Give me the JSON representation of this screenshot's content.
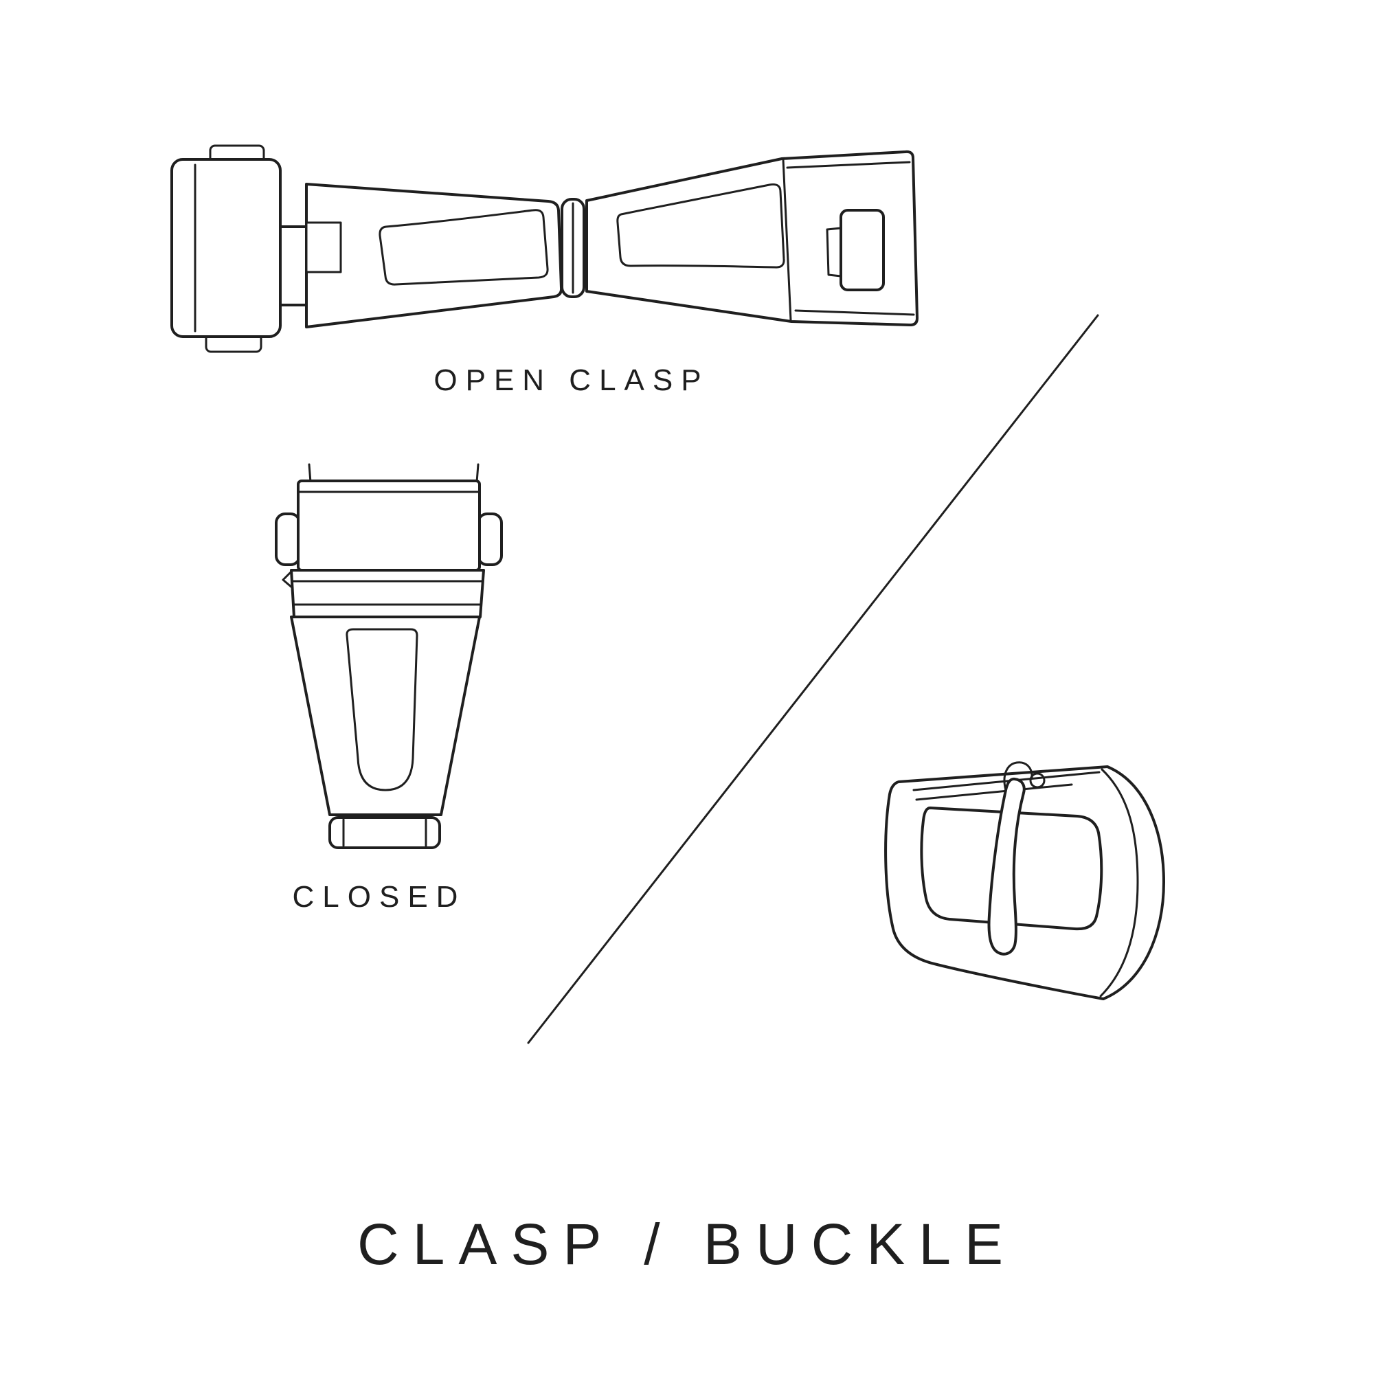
{
  "page": {
    "background": "#ffffff",
    "ink": "#1f1f1f",
    "title": "CLASP / BUCKLE"
  },
  "figures": {
    "open_clasp": {
      "label": "OPEN CLASP"
    },
    "closed_clasp": {
      "label": "CLOSED"
    },
    "buckle": {
      "label": ""
    }
  }
}
